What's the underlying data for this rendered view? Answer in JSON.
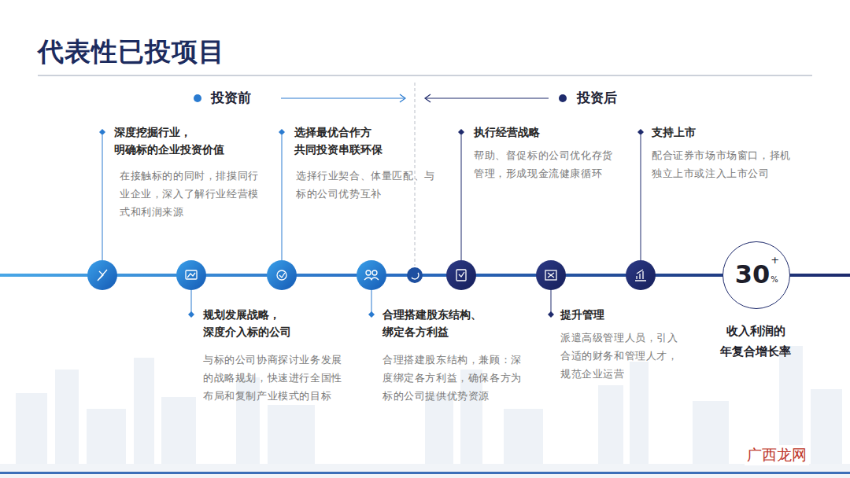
{
  "diagram": {
    "title": "代表性已投项目",
    "nodes": [
      {
        "text": [
          "30",
          "+",
          "%",
          "收入利润的 年复合增长率"
        ]
      }
    ],
    "labels": [
      "投资前",
      "投资后",
      "深度挖掘行业， 明确标的企业投资价值",
      "在接触标的的同时，排摸同行业企业，深入了解行业经营模式和利润来源",
      "规划发展战略， 深度介入标的公司",
      "与标的公司协商探讨业务发展的战略规划，快速进行全国性布局和复制产业模式的目标",
      "选择最优合作方 共同投资串联环保",
      "选择行业契合、体量匹配、与标的公司优势互补",
      "合理搭建股东结构、 绑定各方利益",
      "合理搭建股东结构，兼顾：深度绑定各方利益，确保各方为标的公司提供优势资源",
      "执行经营战略",
      "帮助、督促标的公司优化存货管理，形成现金流健康循环",
      "提升管理",
      "派遣高级管理人员，引入合适的财务和管理人才，规范企业运营",
      "支持上市",
      "配合证券市场市场窗口，择机独立上市或注入上市公司",
      "广西龙网"
    ]
  }
}
